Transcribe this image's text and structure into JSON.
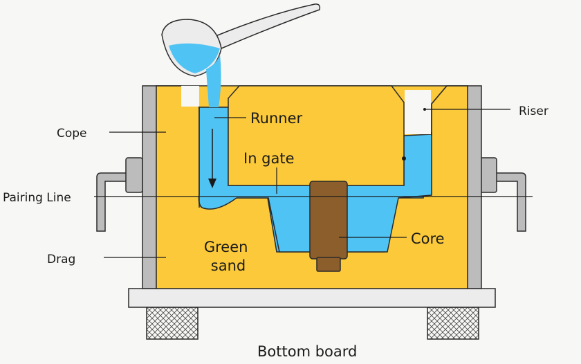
{
  "labels": {
    "runner": "Runner",
    "in_gate": "In gate",
    "core": "Core",
    "green_sand": [
      "Green",
      "sand"
    ],
    "cope": "Cope",
    "pairing_line": "Pairing Line",
    "drag": "Drag",
    "riser": "Riser",
    "bottom_board": "Bottom board"
  },
  "colors": {
    "sand": "#fbc93a",
    "metal": "#4fc3f3",
    "core": "#8b5e2b",
    "flask": "#bcbcbc",
    "outline": "#2a2a2a",
    "board": "#ececec",
    "background": "#f7f7f5"
  }
}
